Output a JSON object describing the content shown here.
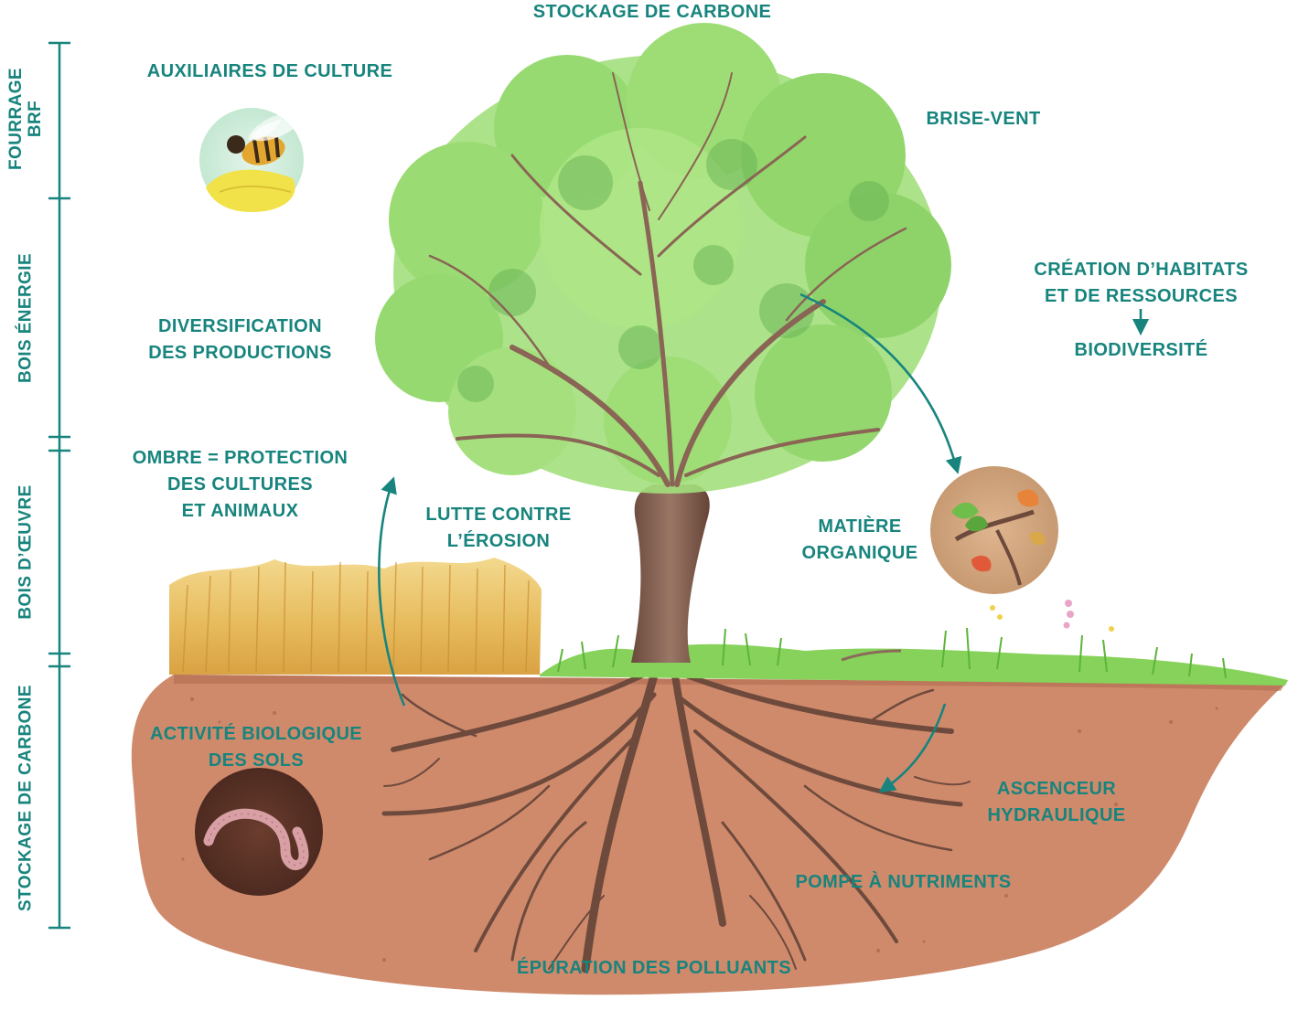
{
  "colors": {
    "accent": "#17847d",
    "soil": "#cf8a6c",
    "soil_dark": "#a9553d",
    "foliage": "#8fd66b",
    "foliage_dark": "#4fa94a",
    "trunk": "#7d5a4c",
    "grass": "#7ccc4a",
    "wheat": "#e7c268"
  },
  "top_label": "STOCKAGE DE CARBONE",
  "side_labels": [
    {
      "id": "fourrage",
      "text": "FOURRAGE\nBRF"
    },
    {
      "id": "energie",
      "text": "BOIS ÉNERGIE"
    },
    {
      "id": "oeuvre",
      "text": "BOIS D’ŒUVRE"
    },
    {
      "id": "carbone",
      "text": "STOCKAGE DE CARBONE"
    }
  ],
  "labels": {
    "auxiliaires": "AUXILIAIRES DE CULTURE",
    "brise_vent": "BRISE-VENT",
    "habitats": "CRÉATION D’HABITATS\nET DE RESSOURCES",
    "biodiversite": "BIODIVERSITÉ",
    "diversification": "DIVERSIFICATION\nDES PRODUCTIONS",
    "ombre": "OMBRE = PROTECTION\nDES CULTURES\nET ANIMAUX",
    "erosion": "LUTTE CONTRE\nL’ÉROSION",
    "matiere": "MATIÈRE\nORGANIQUE",
    "activite": "ACTIVITÉ BIOLOGIQUE\nDES SOLS",
    "ascenseur": "ASCENCEUR\nHYDRAULIQUE",
    "pompe": "POMPE À NUTRIMENTS",
    "epuration": "ÉPURATION DES POLLUANTS"
  },
  "icons": {
    "bee": "bee-on-flower-icon",
    "worm": "earthworm-icon",
    "leaves": "leaf-litter-icon"
  }
}
